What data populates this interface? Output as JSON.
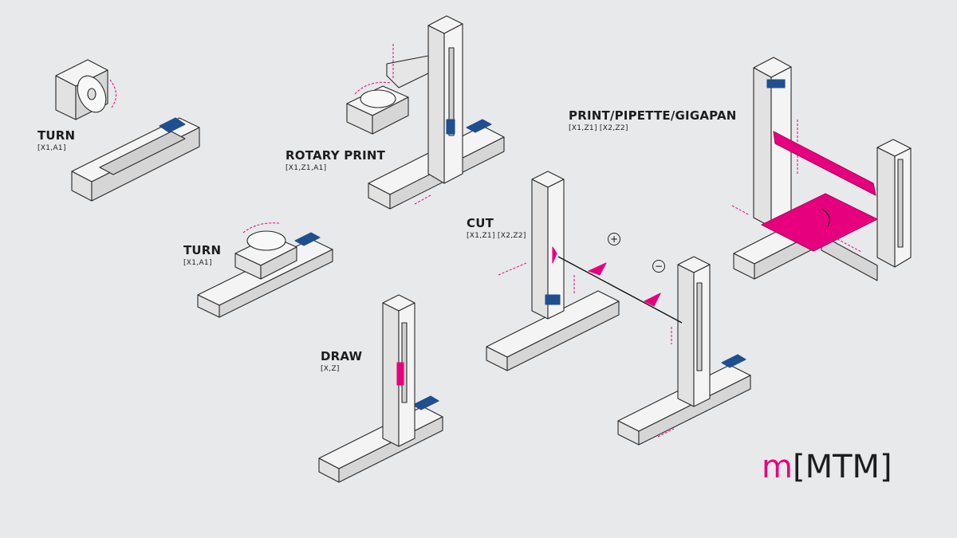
{
  "colors": {
    "background": "#e8e9ea",
    "accent": "#e6007e",
    "motor": "#1f4f8f",
    "frame": "#f4f4f4",
    "stroke": "#2a2a2a"
  },
  "machines": [
    {
      "id": "turn-top",
      "title": "TURN",
      "axes": "[X1,A1]"
    },
    {
      "id": "rotary-print",
      "title": "ROTARY PRINT",
      "axes": "[X1,Z1,A1]"
    },
    {
      "id": "turn-mid",
      "title": "TURN",
      "axes": "[X1,A1]"
    },
    {
      "id": "draw",
      "title": "DRAW",
      "axes": "[X,Z]"
    },
    {
      "id": "cut",
      "title": "CUT",
      "axes": "[X1,Z1] [X2,Z2]"
    },
    {
      "id": "print-pipette",
      "title": "PRINT/PIPETTE/GIGAPAN",
      "axes": "[X1,Z1] [X2,Z2]"
    }
  ],
  "cut_signs": {
    "plus": "+",
    "minus": "−"
  },
  "logo": {
    "accent_part": "m",
    "bracket_part": "[MTM]"
  }
}
